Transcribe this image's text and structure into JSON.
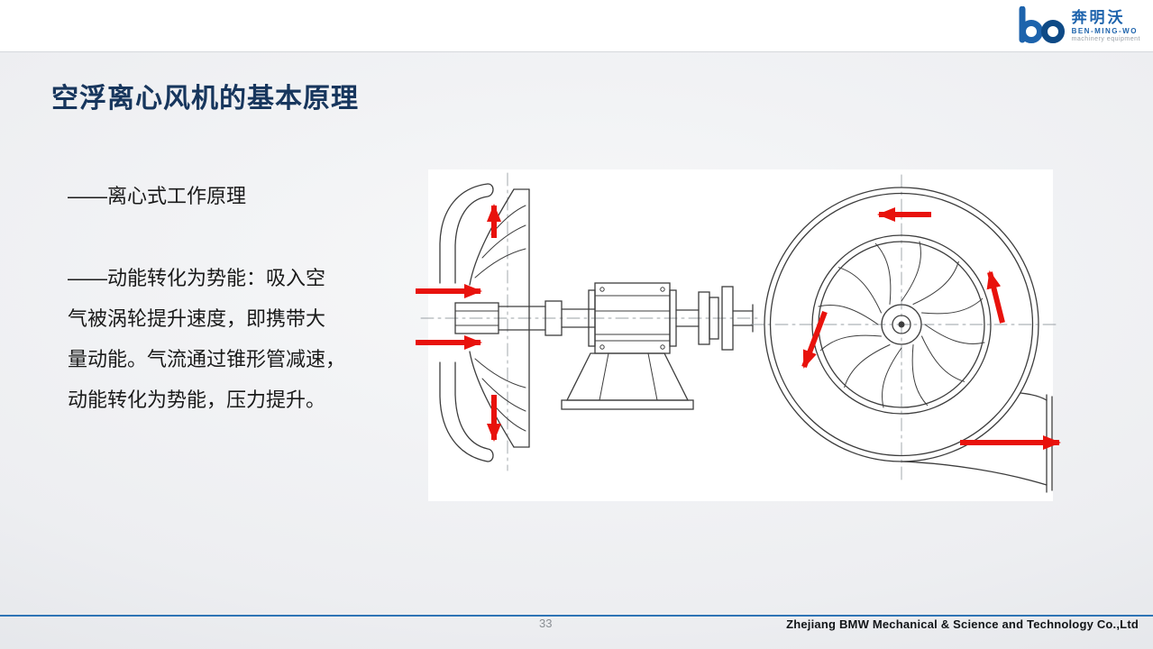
{
  "header": {
    "logo": {
      "glyph": "bo-rings-icon",
      "brand_zh": "奔明沃",
      "brand_en": "BEN-MING-WO",
      "tagline": "machinery equipment"
    }
  },
  "slide": {
    "title": "空浮离心风机的基本原理",
    "subheading": "——离心式工作原理",
    "body_lines": [
      "——动能转化为势能：吸入空",
      "气被涡轮提升速度，即携带大",
      "量动能。气流通过锥形管减速，",
      "动能转化为势能，压力提升。"
    ]
  },
  "figure": {
    "name": "centrifugal-fan-technical-drawing",
    "views": [
      "side-section-view",
      "front-volute-view"
    ],
    "arrows_meaning": "airflow-direction"
  },
  "footer": {
    "page_number": "33",
    "company": "Zhejiang BMW Mechanical & Science and Technology Co.,Ltd"
  },
  "colors": {
    "title_navy": "#17365d",
    "logo_blue": "#1d63ac",
    "logo_blue_dark": "#0e4a86",
    "arrow_red": "#e8120c",
    "footer_line_blue": "#2e74b5",
    "drawing_ink": "#3d3d3d",
    "page_number_gray": "#8a8f94"
  }
}
